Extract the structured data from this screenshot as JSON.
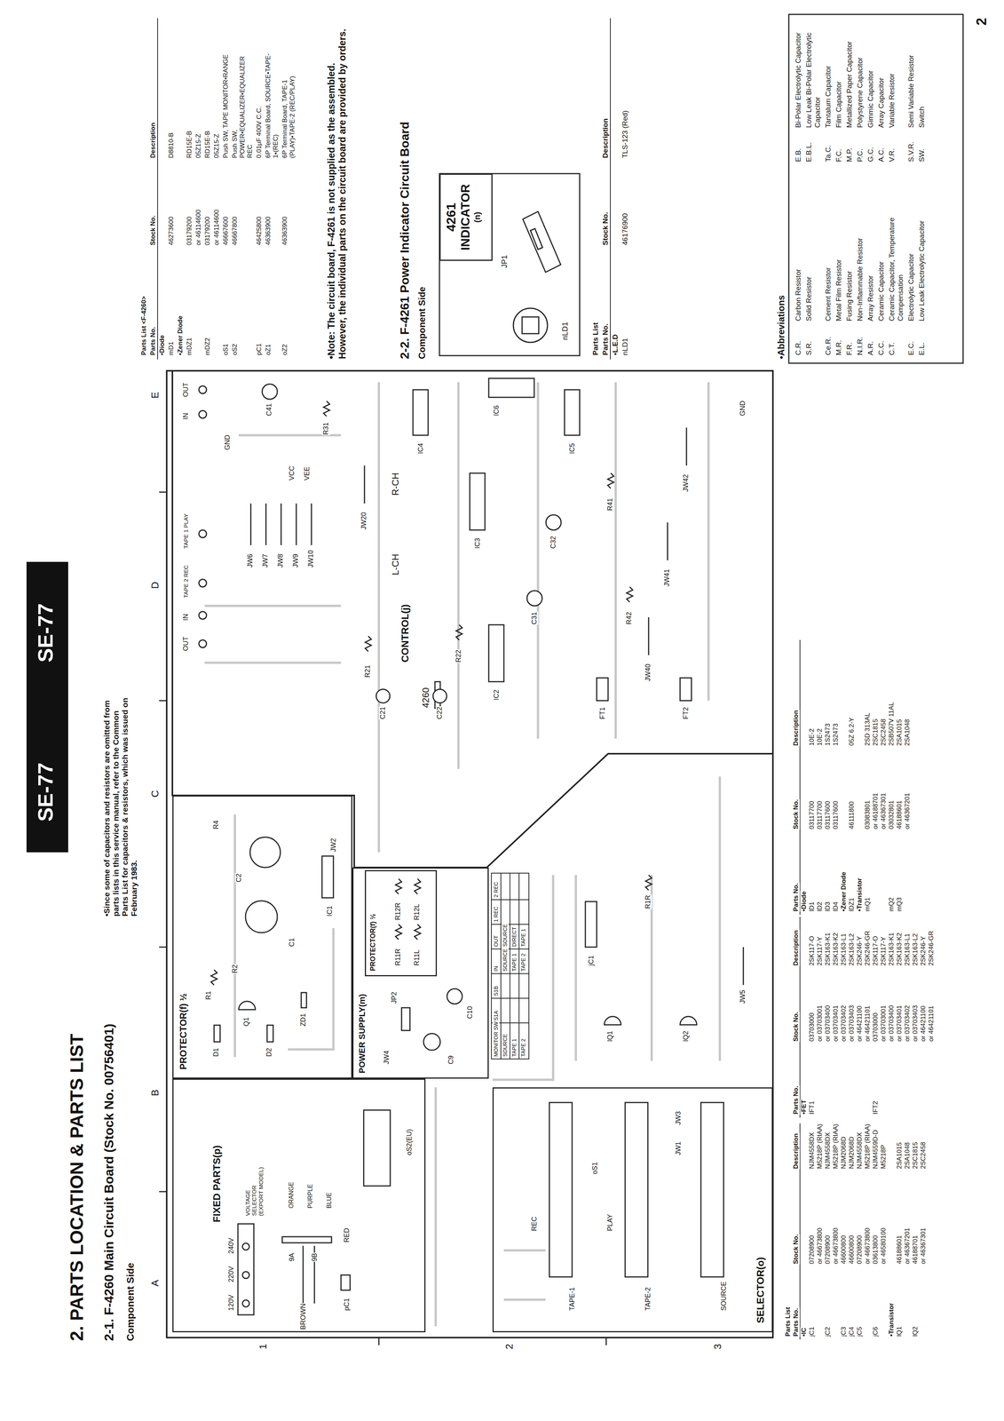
{
  "diagram": {
    "title": "2. PARTS LOCATION & PARTS LIST",
    "nodes": [
      {
        "text": [
          "FIXED PARTS(p)"
        ]
      },
      {
        "text": [
          "PROTECTOR(f) ½"
        ]
      },
      {
        "text": [
          "POWER SUPPLY(m)"
        ]
      },
      {
        "text": [
          "PROTECTOR(f) ½"
        ],
        "in": 2
      },
      {
        "text": [
          "CONTROL(j)"
        ]
      },
      {
        "text": [
          "SELECTOR(o)"
        ]
      },
      {
        "text": [
          "4261",
          "INDICATOR",
          "(n)"
        ]
      }
    ],
    "labels": [
      "SE-77",
      "SE-77",
      "2-1. F-4260 Main Circuit Board (Stock No. 00756401)",
      "Component Side",
      "•Since some of capacitors and resistors are omitted from parts lists in this service manual, refer to the Common Parts List for capacitors & resistors, which was issued on February 1983.",
      "A",
      "B",
      "C",
      "D",
      "E",
      "1",
      "2",
      "3",
      "2-2. F-4261 Power Indicator Circuit Board",
      "Component Side",
      "•Note: The circuit board, F-4261 is not supplied as the assembled. However, the individual parts on the circuit board are provided by orders.",
      "JP1",
      "nLD1",
      "•Abbreviations",
      "2",
      "120V",
      "220V",
      "240V",
      "VOLTAGE SELECTOR (EXPORT MODEL)",
      "BROWN",
      "ORANGE",
      "PURPLE",
      "BLUE",
      "RED",
      "9A",
      "9B",
      "pC1",
      "oS2(EU)",
      "D1",
      "D2",
      "Q1",
      "ZD1",
      "R1",
      "R2",
      "C1",
      "C2",
      "IC1",
      "JW2",
      "R4",
      "C9",
      "C10",
      "JW4",
      "JP2",
      "R11R",
      "R11L",
      "R12R",
      "R12L",
      "4260",
      "L-CH",
      "R-CH",
      "OUT",
      "IN",
      "TAPE 2 REC",
      "TAPE 1 PLAY",
      "GND",
      "IN",
      "OUT",
      "JW6",
      "JW7",
      "JW8",
      "JW9",
      "JW10",
      "VCC",
      "VEE",
      "C21",
      "C22",
      "R21",
      "R22",
      "IC2",
      "IC3",
      "IC4",
      "IC5",
      "C31",
      "C32",
      "R41",
      "R42",
      "JW40",
      "JW41",
      "JW42",
      "GND",
      "FT1",
      "FT2",
      "IC6",
      "C41",
      "R31",
      "JW20",
      "TAPE-1",
      "TAPE-2",
      "SOURCE",
      "REC",
      "PLAY",
      "oS1",
      "JW1",
      "JW3",
      "lQ1",
      "lQ2",
      "jC1",
      "R1R",
      "JW5",
      "MONITOR SW",
      "S1A",
      "S1B",
      "IN",
      "OUT",
      "1 REC",
      "2 REC",
      "SOURCE",
      "SOURCE",
      "SOURCE",
      "TAPE 1",
      "TAPE 1",
      "DIRECT",
      "TAPE 2",
      "TAPE 2",
      "TAPE 1",
      "Parts List",
      "Parts No.",
      "Stock No.",
      "Description",
      "•IC",
      "jC1",
      "07208900",
      "NJM4558DX",
      "or 46673800",
      "M5218P (RIAA)",
      "jC2",
      "07208900",
      "NJM4558DX",
      "or 46673800",
      "M5218P (RIAA)",
      "jC3",
      "46600800",
      "NJM2068D",
      "jC4",
      "46600800",
      "NJM2068D",
      "jC5",
      "07208900",
      "NJM4558DX",
      "or 46673800",
      "M5218P (RIAA)",
      "jC6",
      "03613800",
      "NJM4559D-D",
      "or 46580100",
      "M5218P",
      "•Transistor",
      "lQ1",
      "46188601",
      "2SA1015",
      "or 46367201",
      "2SA1048",
      "lQ2",
      "46188701",
      "2SC1815",
      "or 46367301",
      "2SC2458",
      "Parts No.",
      "Stock No.",
      "Description",
      "•FET",
      "IFT1",
      "03703000",
      "2SK117-O",
      "or 03703001",
      "2SK117-Y",
      "or 03703400",
      "2SK163-K1",
      "or 03703401",
      "2SK163-K2",
      "or 03703402",
      "2SK163-L1",
      "or 03703403",
      "2SK163-L2",
      "or 46421100",
      "2SK246-Y",
      "or 46421101",
      "2SK246-GR",
      "IFT2",
      "03703000",
      "2SK117-O",
      "or 03703001",
      "2SK117-Y",
      "or 03703400",
      "2SK163-K1",
      "or 03703401",
      "2SK163-K2",
      "or 03703402",
      "2SK163-L1",
      "or 03703403",
      "2SK163-L2",
      "or 46421100",
      "2SK246-Y",
      "or 46421101",
      "2SK246-GR",
      "Parts No.",
      "Stock No.",
      "Description",
      "•Diode",
      "lD1",
      "03117700",
      "10E-2",
      "lD2",
      "03117700",
      "10E-2",
      "lD3",
      "03117600",
      "1S2473",
      "lD4",
      "03117600",
      "1S2473",
      "•Zener Diode",
      "lDZ1",
      "46111800",
      "05Z 6.2-Y",
      "•Transistor",
      "mQ1",
      "03083801",
      "2SD 313AL",
      "or 46188701",
      "2SC1815",
      "or 46367301",
      "2SC2458",
      "mQ2",
      "03032801",
      "2SB507V 11AL",
      "mQ3",
      "46188601",
      "2SA1015",
      "or 46367201",
      "2SA1048",
      "Parts List <F-4260>",
      "Parts No.",
      "Stock No.",
      "Description",
      "•Diode",
      "mD1",
      "46273600",
      "D8810-B",
      "•Zener Diode",
      "mDZ1",
      "03179200",
      "RD15E-B",
      "or 46114600",
      "05Z15-Z",
      "mDZ2",
      "03179200",
      "RD15E-B",
      "or 46114600",
      "05Z15-Z",
      "oS1",
      "46667600",
      "Push SW, TAPE MONITOR•RANGE",
      "oS2",
      "46667800",
      "Push SW, POWER•EQUALIZER•EQUALIZER REC",
      "pC1",
      "46425800",
      "0.01μF 400V C.C.",
      "oZ1",
      "46363900",
      "6P Terminal Board, SOURCE•TAPE-1•(REC)",
      "oZ2",
      "46363900",
      "6P Terminal Board, TAPE-1 (PLAY)•TAPE-2 (REC/PLAY)",
      "Parts List",
      "Parts No.",
      "Stock No.",
      "Description",
      "•L.E.D",
      "nLD1",
      "46176900",
      "TLS-123 (Red)",
      "C.R.",
      "Carbon Resistor",
      "E.B.",
      "Bi-Polar Electrolytic Capacitor",
      "S.R.",
      "Solid Resistor",
      "E.B.L.",
      "Low Leak Bi-Polar Electrolytic Capacitor",
      "Ce.R.",
      "Cement Resistor",
      "Ta.C.",
      "Tantalum Capacitor",
      "M.R.",
      "Metal Film Resistor",
      "F.C.",
      "Film Capacitor",
      "F.R.",
      "Fusing Resistor",
      "M.P.",
      "Metallized Paper Capacitor",
      "N.I.R.",
      "Non-Inflammable Resistor",
      "P.C.",
      "Polystyrene Capacitor",
      "A.R.",
      "Array Resistor",
      "G.C.",
      "Gimmic Capacitor",
      "C.C.",
      "Ceramic Capacitor",
      "A.C.",
      "Array Capacitor",
      "C.T.",
      "Ceramic Capacitor, Temperature Compensation",
      "V.R.",
      "Variable Resistor",
      "E.C.",
      "Electrolytic Capacitor",
      "S.V.R.",
      "Semi Variable Resistor",
      "E.L.",
      "Low Leak Electrolytic Capacitor",
      "SW.",
      "Switch"
    ]
  }
}
